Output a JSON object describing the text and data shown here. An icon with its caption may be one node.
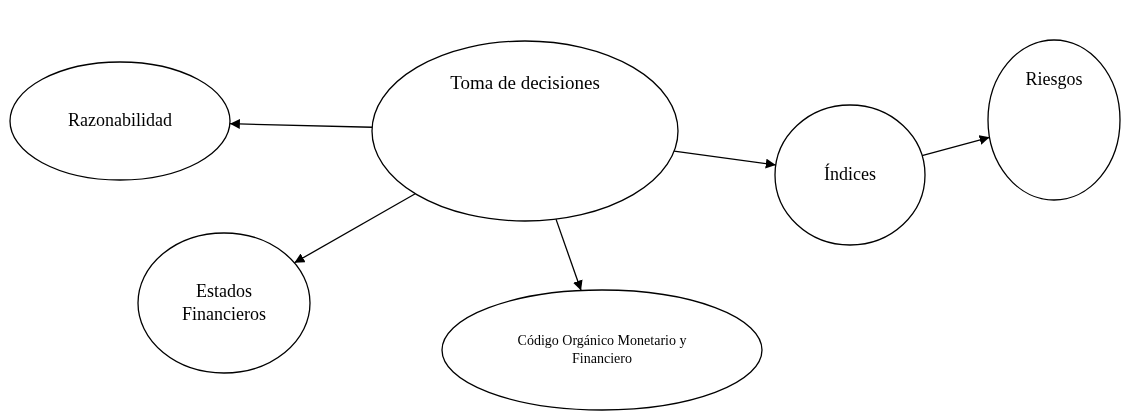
{
  "diagram": {
    "nodes": [
      {
        "text": [
          "Toma de decisiones"
        ]
      },
      {
        "text": [
          "Razonabilidad"
        ]
      },
      {
        "text": [
          "Estados Financieros"
        ]
      },
      {
        "text": [
          "Código Orgánico Monetario y Financiero"
        ]
      },
      {
        "text": [
          "Índices"
        ]
      },
      {
        "text": [
          "Riesgos"
        ]
      }
    ],
    "edges": [
      {
        "from": 0,
        "to": 1,
        "arrow": "to"
      },
      {
        "from": 0,
        "to": 2,
        "arrow": "to"
      },
      {
        "from": 0,
        "to": 3,
        "arrow": "to"
      },
      {
        "from": 0,
        "to": 4,
        "arrow": "to"
      },
      {
        "from": 4,
        "to": 5,
        "arrow": "to"
      }
    ]
  }
}
